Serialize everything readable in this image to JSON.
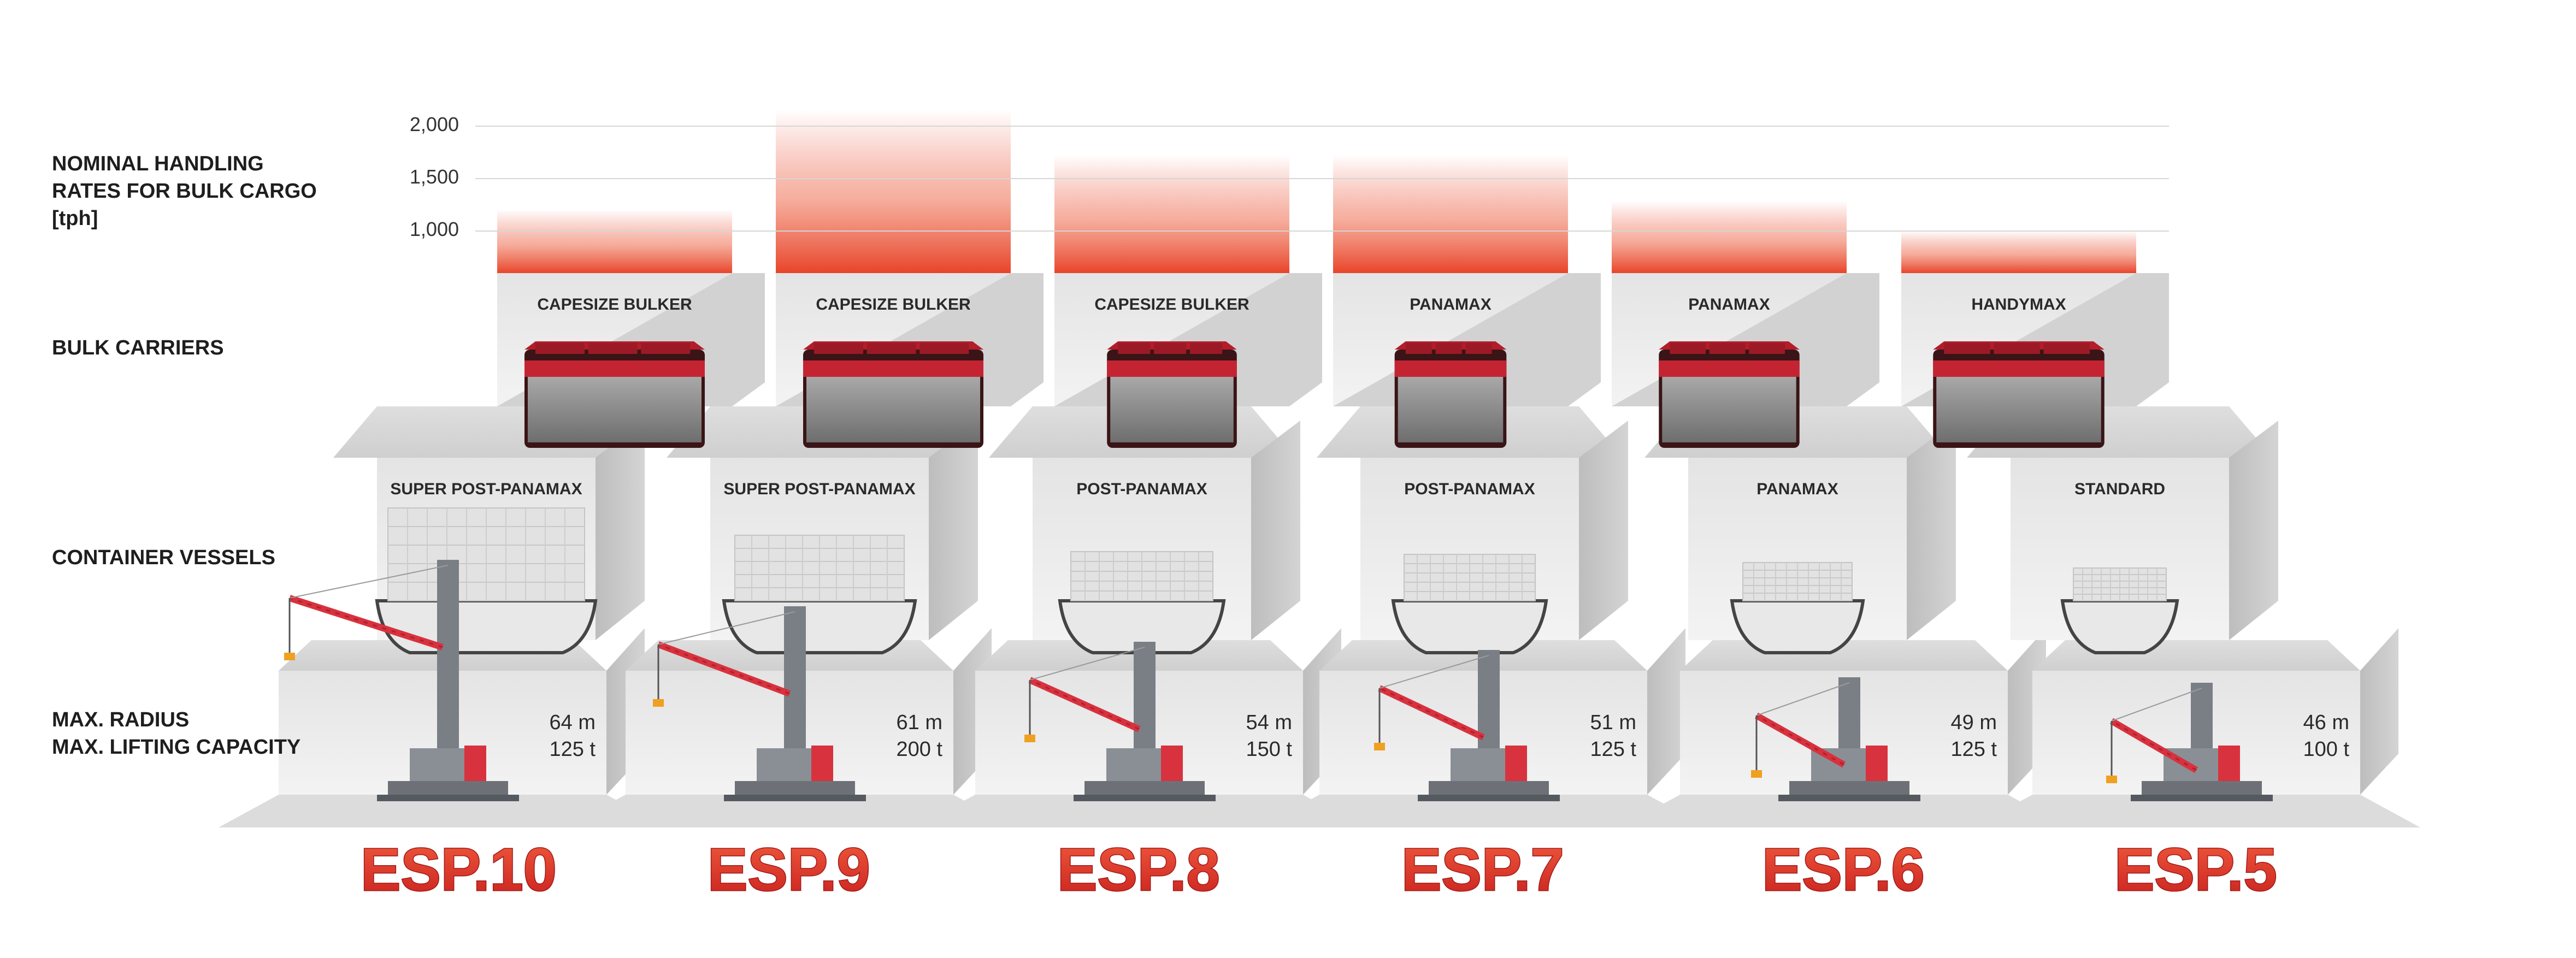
{
  "row_labels": {
    "handling": "NOMINAL HANDLING\nRATES FOR BULK CARGO\n[tph]",
    "bulk": "BULK CARRIERS",
    "container": "CONTAINER VESSELS",
    "radius": "MAX. RADIUS\nMAX. LIFTING CAPACITY"
  },
  "axis": {
    "ticks": [
      "2,000",
      "1,500",
      "1,000"
    ],
    "tick_values": [
      2000,
      1500,
      1000
    ],
    "min": 600,
    "max": 2150
  },
  "colors": {
    "bar_red": "#e8442a",
    "model_red": "#e03426",
    "crane_red": "#d8323e",
    "hull_red": "#b31d2a"
  },
  "models": [
    {
      "name": "ESP.10",
      "bulk_class": "CAPESIZE BULKER",
      "container_class": "SUPER POST-PANAMAX",
      "radius": "64 m",
      "capacity": "125 t",
      "rate": 1200
    },
    {
      "name": "ESP.9",
      "bulk_class": "CAPESIZE BULKER",
      "container_class": "SUPER POST-PANAMAX",
      "radius": "61 m",
      "capacity": "200 t",
      "rate": 2150
    },
    {
      "name": "ESP.8",
      "bulk_class": "CAPESIZE BULKER",
      "container_class": "POST-PANAMAX",
      "radius": "54 m",
      "capacity": "150 t",
      "rate": 1720
    },
    {
      "name": "ESP.7",
      "bulk_class": "PANAMAX",
      "container_class": "POST-PANAMAX",
      "radius": "51 m",
      "capacity": "125 t",
      "rate": 1720
    },
    {
      "name": "ESP.6",
      "bulk_class": "PANAMAX",
      "container_class": "PANAMAX",
      "radius": "49 m",
      "capacity": "125 t",
      "rate": 1280
    },
    {
      "name": "ESP.5",
      "bulk_class": "HANDYMAX",
      "container_class": "STANDARD",
      "radius": "46 m",
      "capacity": "100 t",
      "rate": 1000
    }
  ]
}
